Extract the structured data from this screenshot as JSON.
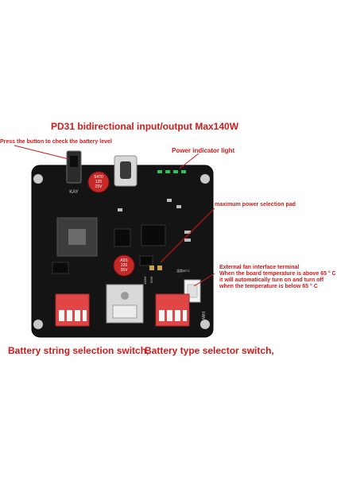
{
  "labels": {
    "pd31": "PD31 bidirectional input/output Max140W",
    "press_button": "Press the button to check the battery level",
    "power_indicator": "Power indicator light",
    "max_power_pad": "maximum power selection pad",
    "fan_title": "External fan interface terminal",
    "fan_line1": "When the board temperature is above 65 ° C",
    "fan_line2": "it will automatically turn on and turn off",
    "fan_line3": "when the temperature is below 65 ° C",
    "battery_string": "Battery string selection switch,",
    "battery_type": "Battery type selector switch,"
  },
  "board_text": {
    "key": "KAY",
    "cap1_l1": "S470",
    "cap1_l2": "120",
    "cap1_l3": "25V",
    "cap2_l1": "A5S",
    "cap2_l2": "220",
    "cap2_l3": "35V",
    "pad_100w": "100W",
    "pad_60w": "60W",
    "temp_mark": "温度65°C",
    "fan_mark": "FAN"
  },
  "colors": {
    "board": "#141414",
    "label_red": "#d21a1a",
    "switch_red": "#e04646",
    "led_green": "#2fbf5a"
  }
}
